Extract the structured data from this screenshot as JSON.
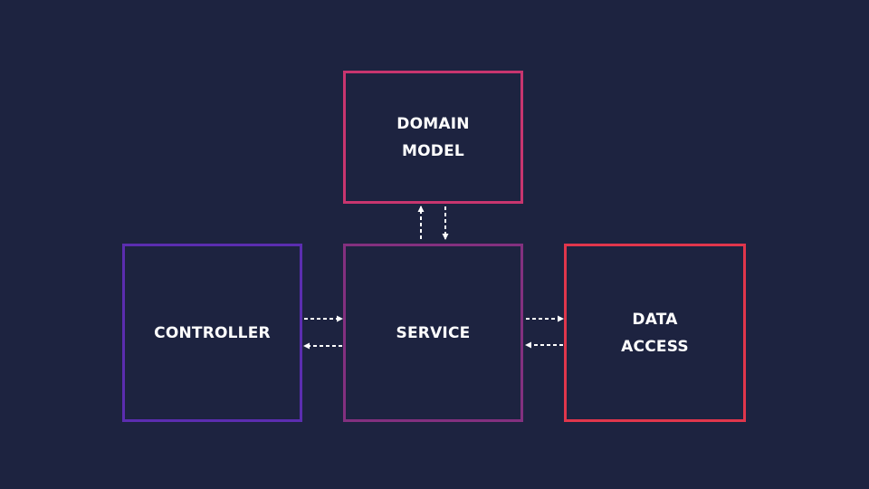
{
  "background": "#1d2340",
  "arrow_color": "#ffffff",
  "nodes": [
    {
      "id": "domain",
      "label": "DOMAIN\nMODEL",
      "border": "#c8356f"
    },
    {
      "id": "controller",
      "label": "CONTROLLER",
      "border": "#5b2db0"
    },
    {
      "id": "service",
      "label": "SERVICE",
      "border": "#83307f"
    },
    {
      "id": "data",
      "label": "DATA\nACCESS",
      "border": "#e0364c"
    }
  ],
  "edges": [
    {
      "from": "controller",
      "to": "service",
      "style": "dashed"
    },
    {
      "from": "service",
      "to": "controller",
      "style": "dashed"
    },
    {
      "from": "service",
      "to": "data",
      "style": "dashed"
    },
    {
      "from": "data",
      "to": "service",
      "style": "dashed"
    },
    {
      "from": "service",
      "to": "domain",
      "style": "dashed"
    },
    {
      "from": "domain",
      "to": "service",
      "style": "dashed"
    }
  ]
}
